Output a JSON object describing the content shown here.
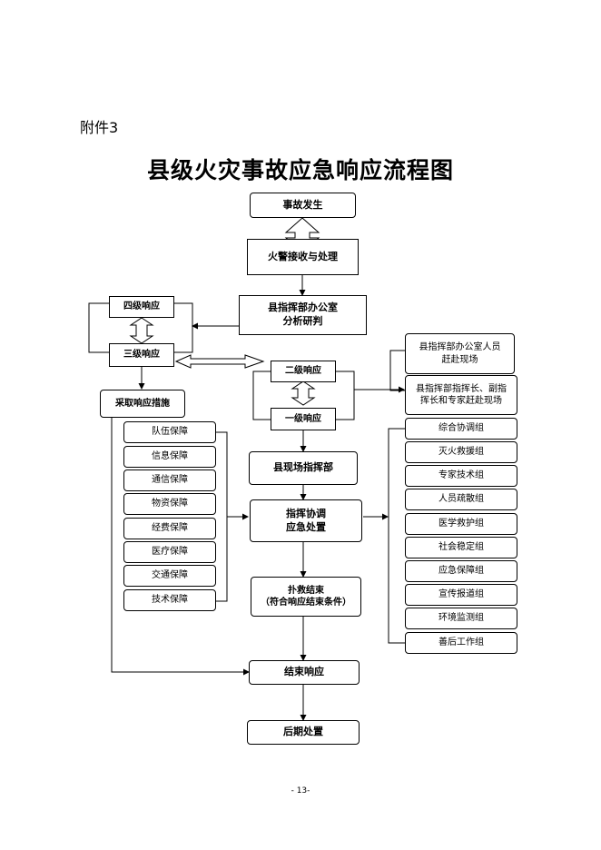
{
  "attachment": "附件3",
  "title": "县级火灾事故应急响应流程图",
  "page_number": "- 13-",
  "nodes": {
    "accident": "事故发生",
    "alarm": "火警接收与处理",
    "office_l1": "县指挥部办公室",
    "office_l2": "分析研判",
    "level4": "四级响应",
    "level3": "三级响应",
    "measures": "采取响应措施",
    "level2": "二级响应",
    "level1": "一级响应",
    "staff_l1": "县指挥部办公室人员",
    "staff_l2": "赶赴现场",
    "leaders_l1": "县指挥部指挥长、副指",
    "leaders_l2": "挥长和专家赶赴现场",
    "field_hq": "县现场指挥部",
    "coord_l1": "指挥协调",
    "coord_l2": "应急处置",
    "rescue_end_l1": "扑救结束",
    "rescue_end_l2": "（符合响应结束条件）",
    "end": "结束响应",
    "aftermath": "后期处置"
  },
  "guarantees": [
    "队伍保障",
    "信息保障",
    "通信保障",
    "物资保障",
    "经费保障",
    "医疗保障",
    "交通保障",
    "技术保障"
  ],
  "groups": [
    "综合协调组",
    "灭火救援组",
    "专家技术组",
    "人员疏散组",
    "医学救护组",
    "社会稳定组",
    "应急保障组",
    "宣传报道组",
    "环境监测组",
    "善后工作组"
  ]
}
